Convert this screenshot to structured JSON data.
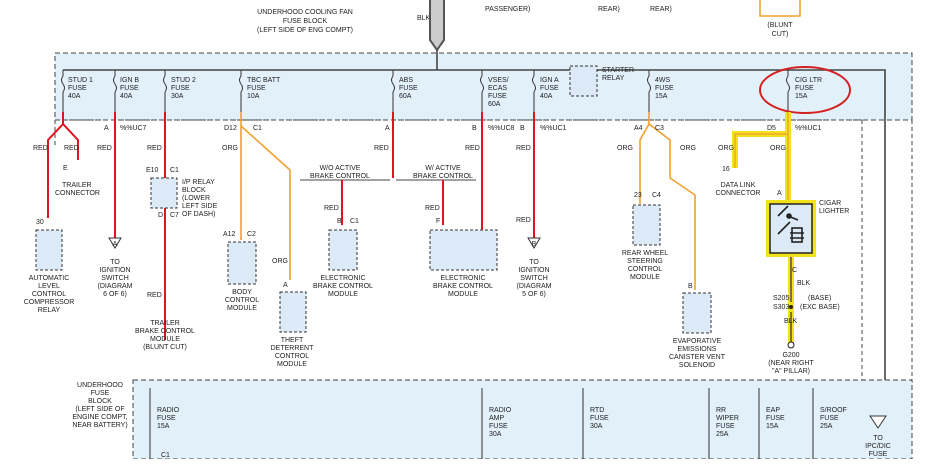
{
  "top": {
    "fan_block": [
      "UNDERHOOD COOLING FAN",
      "FUSE BLOCK",
      "(LEFT SIDE OF ENG COMPT)"
    ],
    "blk": "BLK",
    "passenger": "PASSENGER)",
    "rear1": "REAR)",
    "rear2": "REAR)",
    "blunt": [
      "(BLUNT",
      "CUT)"
    ]
  },
  "fuses": [
    {
      "name": "STUD 1",
      "l2": "FUSE",
      "amp": "40A"
    },
    {
      "name": "IGN B",
      "l2": "FUSE",
      "amp": "40A"
    },
    {
      "name": "STUD 2",
      "l2": "FUSE",
      "amp": "30A"
    },
    {
      "name": "TBC BATT",
      "l2": "FUSE",
      "amp": "10A"
    },
    {
      "name": "ABS",
      "l2": "FUSE",
      "amp": "60A"
    },
    {
      "name": "VSES/",
      "l2": "ECAS",
      "l3": "FUSE",
      "amp": "60A"
    },
    {
      "name": "IGN A",
      "l2": "FUSE",
      "amp": "40A"
    },
    {
      "name": "STARTER",
      "l2": "RELAY"
    },
    {
      "name": "4WS",
      "l2": "FUSE",
      "amp": "15A"
    },
    {
      "name": "CIG LTR",
      "l2": "FUSE",
      "amp": "15A"
    }
  ],
  "pins": {
    "a1": "A",
    "uc7": "%%UC7",
    "d12": "D12",
    "c1a": "C1",
    "a2": "A",
    "b1": "B",
    "uc8": "%%UC8",
    "b2": "B",
    "uc1a": "%%UC1",
    "a4": "A4",
    "c3": "C3",
    "d5": "D5",
    "uc1b": "%%UC1"
  },
  "wires": {
    "red": "RED",
    "org": "ORG",
    "blk": "BLK"
  },
  "labels": {
    "e": "E",
    "trailer_conn": [
      "TRAILER",
      "CONNECTOR"
    ],
    "n30": "30",
    "alc": [
      "AUTOMATIC",
      "LEVEL",
      "CONTROL",
      "COMPRESSOR",
      "RELAY"
    ],
    "to_ign6": [
      "TO",
      "IGNITION",
      "SWITCH",
      "(DIAGRAM",
      "6 OF 6)"
    ],
    "e10": "E10",
    "c1b": "C1",
    "d": "D",
    "c7": "C7",
    "ip_relay": [
      "I/P RELAY",
      "BLOCK",
      "(LOWER",
      "LEFT SIDE",
      "OF DASH)"
    ],
    "trailer_brake": [
      "TRAILER",
      "BRAKE CONTROL",
      "MODULE",
      "(BLUNT CUT)"
    ],
    "a12": "A12",
    "c2": "C2",
    "bcm": [
      "BODY",
      "CONTROL",
      "MODULE"
    ],
    "a3": "A",
    "theft": [
      "THEFT",
      "DETERRENT",
      "CONTROL",
      "MODULE"
    ],
    "wo_active": [
      "W/O ACTIVE",
      "BRAKE CONTROL"
    ],
    "w_active": [
      "W/ ACTIVE",
      "BRAKE CONTROL"
    ],
    "b3": "B",
    "c1c": "C1",
    "f": "F",
    "ebcm1": [
      "ELECTRONIC",
      "BRAKE CONTROL",
      "MODULE"
    ],
    "ebcm2": [
      "ELECTRONIC",
      "BRAKE CONTROL",
      "MODULE"
    ],
    "b4": "B",
    "to_ign5": [
      "TO",
      "IGNITION",
      "SWITCH",
      "(DIAGRAM",
      "5 OF 6)"
    ],
    "n23": "23",
    "c4": "C4",
    "rws": [
      "REAR WHEEL",
      "STEERING",
      "CONTROL",
      "MODULE"
    ],
    "b5": "B",
    "evap": [
      "EVAPORATIVE",
      "EMISSIONS",
      "CANISTER VENT",
      "SOLENOID"
    ],
    "n16": "16",
    "dlc": [
      "DATA LINK",
      "CONNECTOR"
    ],
    "a5": "A",
    "c5": "C",
    "cigar": [
      "CIGAR",
      "LIGHTER"
    ],
    "s205": "S205",
    "s303": "S303",
    "base": "(BASE)",
    "exc_base": "(EXC BASE)",
    "g200": [
      "G200",
      "(NEAR RIGHT",
      "\"A\" PILLAR)"
    ]
  },
  "bottom": {
    "ufb": [
      "UNDERHOOD",
      "FUSE",
      "BLOCK",
      "(LEFT SIDE OF",
      "ENGINE COMPT,",
      "NEAR BATTERY)"
    ],
    "fuses": [
      {
        "name": "RADIO",
        "l2": "FUSE",
        "amp": "15A"
      },
      {
        "name": "RADIO",
        "l2": "AMP",
        "l3": "FUSE",
        "amp": "30A"
      },
      {
        "name": "RTD",
        "l2": "FUSE",
        "amp": "30A"
      },
      {
        "name": "RR",
        "l2": "WIPER",
        "l3": "FUSE",
        "amp": "25A"
      },
      {
        "name": "EAP",
        "l2": "FUSE",
        "amp": "15A"
      },
      {
        "name": "S/ROOF",
        "l2": "FUSE",
        "amp": "25A"
      }
    ],
    "c1": "C1",
    "to_ipc": [
      "TO",
      "IPC/DIC",
      "FUSE"
    ]
  },
  "colors": {
    "red": "#e0141e",
    "orange": "#f0a030",
    "highlight": "#f2e21a",
    "box": "#e2f0fa",
    "circle": "#d42020"
  }
}
